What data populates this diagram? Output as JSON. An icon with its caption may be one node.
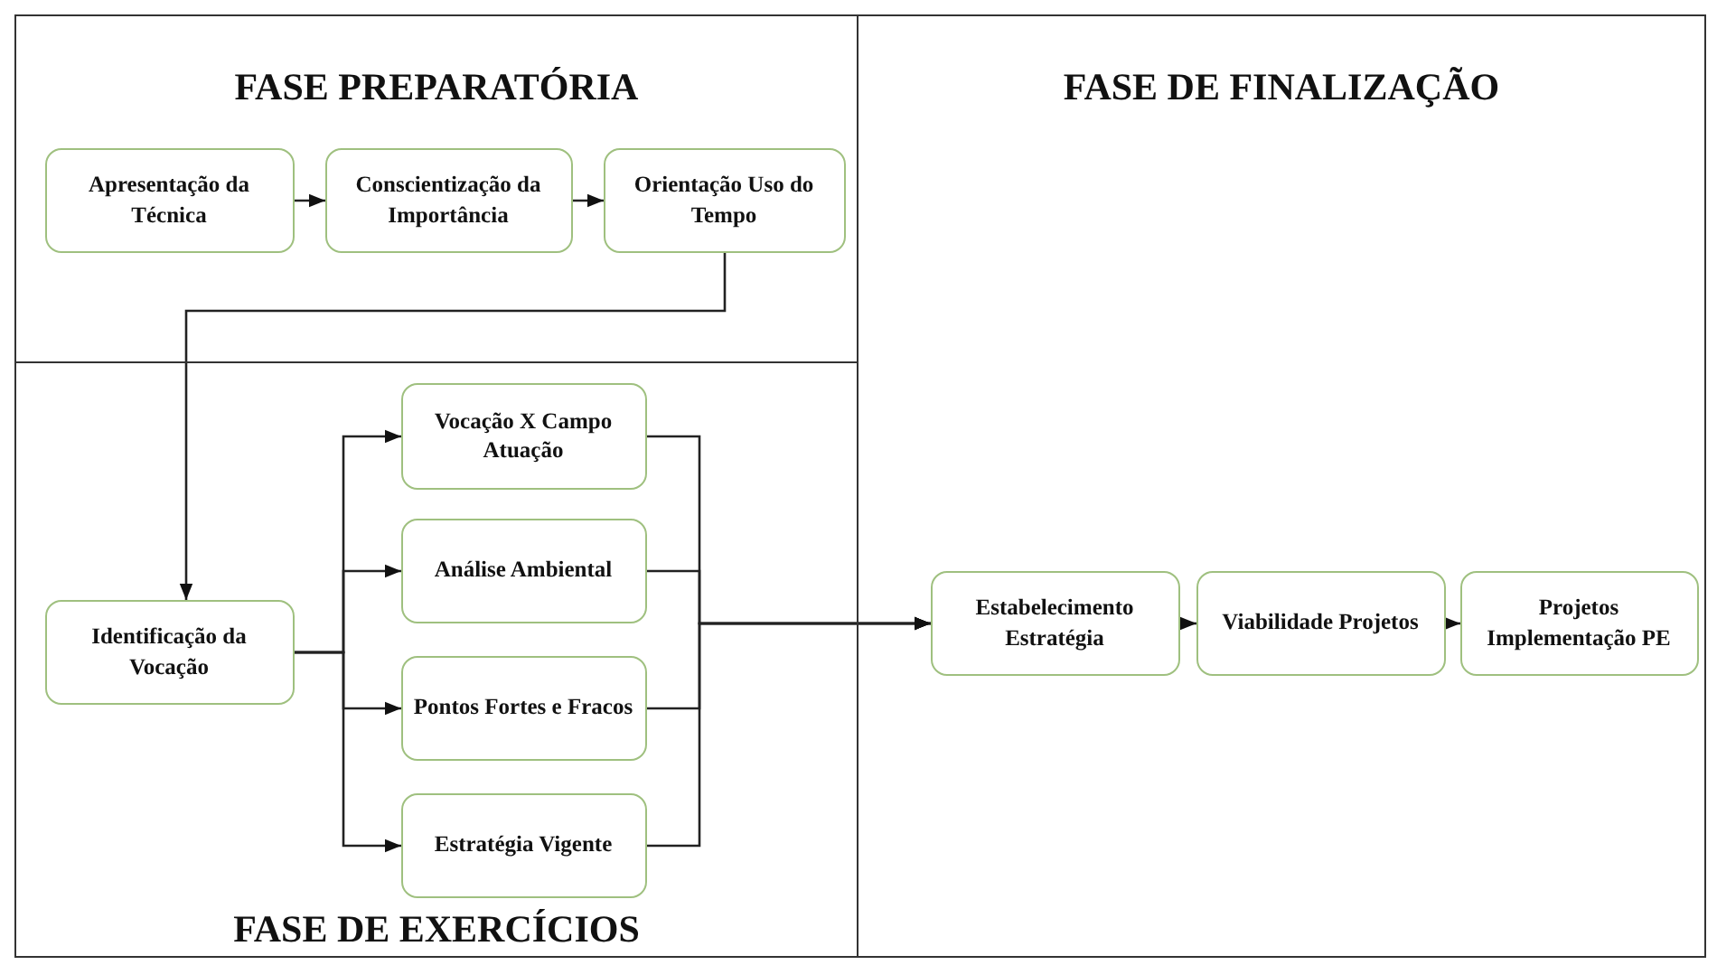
{
  "diagram": {
    "nodes": [
      {
        "text": [
          "FASE PREPARATÓRIA"
        ]
      },
      {
        "text": [
          "Apresentação da Técnica"
        ],
        "in": 0
      },
      {
        "text": [
          "Conscientização da Importância"
        ],
        "in": 0
      },
      {
        "text": [
          "Orientação Uso do Tempo"
        ],
        "in": 0
      },
      {
        "text": [
          "FASE DE EXERCÍCIOS"
        ]
      },
      {
        "text": [
          "Identificação da Vocação"
        ],
        "in": 4
      },
      {
        "text": [
          "Vocação X Campo Atuação"
        ],
        "in": 4
      },
      {
        "text": [
          "Análise Ambiental"
        ],
        "in": 4
      },
      {
        "text": [
          "Pontos Fortes e Fracos"
        ],
        "in": 4
      },
      {
        "text": [
          "Estratégia Vigente"
        ],
        "in": 4
      },
      {
        "text": [
          "FASE DE FINALIZAÇÃO"
        ]
      },
      {
        "text": [
          "Estabelecimento Estratégia"
        ],
        "in": 10
      },
      {
        "text": [
          "Viabilidade Projetos"
        ],
        "in": 10
      },
      {
        "text": [
          "Projetos Implementação PE"
        ],
        "in": 10
      }
    ],
    "edges": [
      {
        "from": 1,
        "to": 2,
        "arrow": "to"
      },
      {
        "from": 2,
        "to": 3,
        "arrow": "to"
      },
      {
        "from": 3,
        "to": 5,
        "arrow": "to"
      },
      {
        "from": 5,
        "to": 6,
        "arrow": "to"
      },
      {
        "from": 5,
        "to": 7,
        "arrow": "to"
      },
      {
        "from": 5,
        "to": 8,
        "arrow": "to"
      },
      {
        "from": 5,
        "to": 9,
        "arrow": "to"
      },
      {
        "from": 6,
        "to": 11,
        "arrow": "to"
      },
      {
        "from": 7,
        "to": 11,
        "arrow": "to"
      },
      {
        "from": 8,
        "to": 11,
        "arrow": "to"
      },
      {
        "from": 9,
        "to": 11,
        "arrow": "to"
      },
      {
        "from": 11,
        "to": 12,
        "arrow": "to"
      },
      {
        "from": 12,
        "to": 13,
        "arrow": "to"
      }
    ]
  }
}
